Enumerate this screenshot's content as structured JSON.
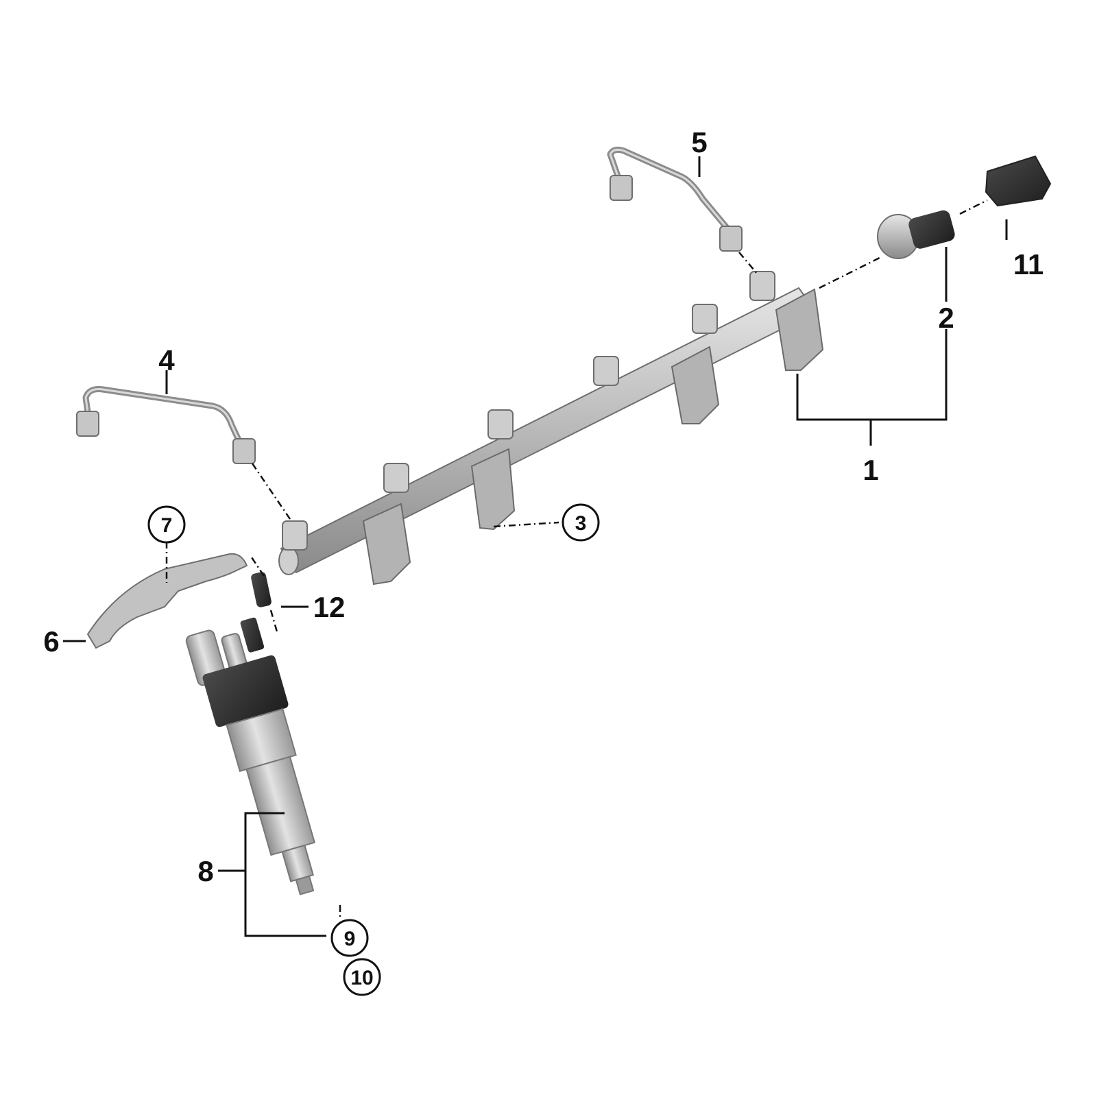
{
  "diagram": {
    "callouts": [
      {
        "id": "1",
        "label": "1",
        "circled": false
      },
      {
        "id": "2",
        "label": "2",
        "circled": false
      },
      {
        "id": "3",
        "label": "3",
        "circled": true
      },
      {
        "id": "4",
        "label": "4",
        "circled": false
      },
      {
        "id": "5",
        "label": "5",
        "circled": false
      },
      {
        "id": "6",
        "label": "6",
        "circled": false
      },
      {
        "id": "7",
        "label": "7",
        "circled": true
      },
      {
        "id": "8",
        "label": "8",
        "circled": false
      },
      {
        "id": "9",
        "label": "9",
        "circled": true
      },
      {
        "id": "10",
        "label": "10",
        "circled": true
      },
      {
        "id": "11",
        "label": "11",
        "circled": false
      },
      {
        "id": "12",
        "label": "12",
        "circled": false
      }
    ],
    "colors": {
      "metal": "#b9b9b9",
      "metal_dark": "#7a7a7a",
      "rubber": "#2e2e2e",
      "line": "#111111",
      "background": "#ffffff"
    }
  }
}
